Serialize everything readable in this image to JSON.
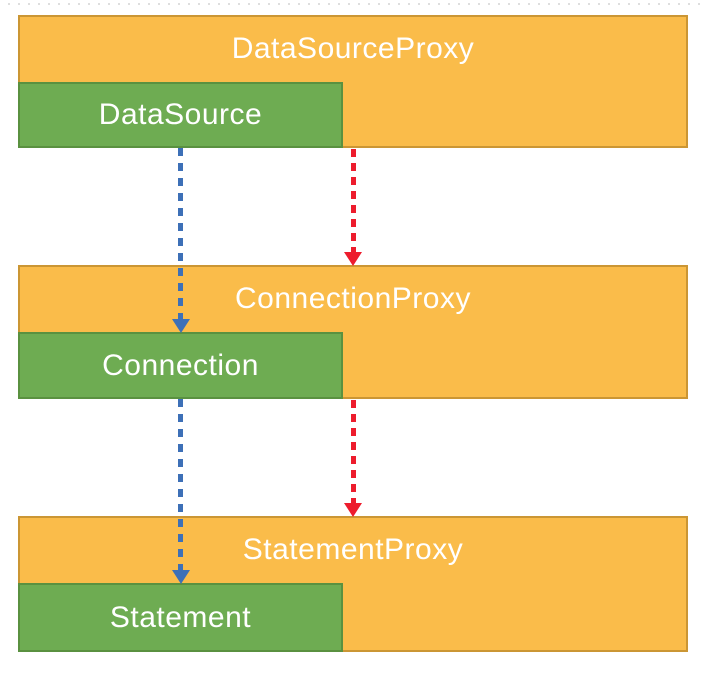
{
  "diagram": {
    "rows": [
      {
        "proxy_label": "DataSourceProxy",
        "inner_label": "DataSource"
      },
      {
        "proxy_label": "ConnectionProxy",
        "inner_label": "Connection"
      },
      {
        "proxy_label": "StatementProxy",
        "inner_label": "Statement"
      }
    ],
    "arrows": [
      {
        "from": "DataSource",
        "to": "Connection",
        "color": "#3D70B7",
        "style": "dashed"
      },
      {
        "from": "DataSourceProxy",
        "to": "ConnectionProxy",
        "color": "#ED1C2D",
        "style": "dashed"
      },
      {
        "from": "Connection",
        "to": "Statement",
        "color": "#3D70B7",
        "style": "dashed"
      },
      {
        "from": "ConnectionProxy",
        "to": "StatementProxy",
        "color": "#ED1C2D",
        "style": "dashed"
      }
    ],
    "colors": {
      "proxy_fill": "#FABC4A",
      "proxy_border": "#CB9634",
      "inner_fill": "#6EAC52",
      "inner_border": "#5A9140",
      "arrow_blue": "#3D70B7",
      "arrow_red": "#ED1C2D",
      "label_text": "#FFFFFF"
    }
  }
}
